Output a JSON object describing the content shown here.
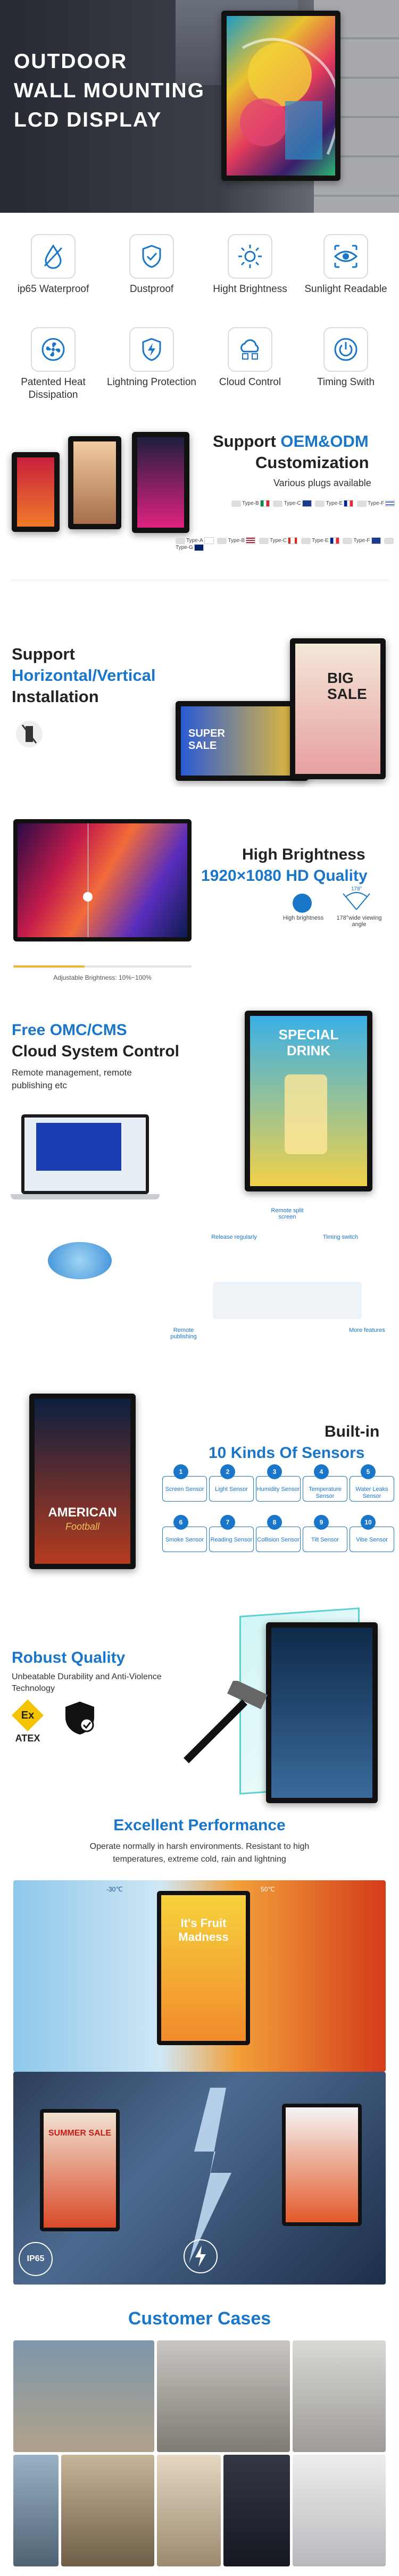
{
  "hero": {
    "title_lines": [
      "OUTDOOR",
      "WALL MOUNTING",
      "LCD DISPLAY"
    ]
  },
  "features": [
    {
      "label": "ip65 Waterproof",
      "icon": "water-drop-icon"
    },
    {
      "label": "Dustproof",
      "icon": "shield-check-icon"
    },
    {
      "label": "Hight Brightness",
      "icon": "sun-icon"
    },
    {
      "label": "Sunlight Readable",
      "icon": "eye-icon"
    },
    {
      "label": "Patented Heat Dissipation",
      "icon": "fan-icon"
    },
    {
      "label": "Lightning Protection",
      "icon": "lightning-icon"
    },
    {
      "label": "Cloud Control",
      "icon": "cloud-icon"
    },
    {
      "label": "Timing Swith",
      "icon": "power-icon"
    }
  ],
  "oem": {
    "title_prefix": "Support ",
    "title_accent": "OEM&ODM",
    "title_line2": "Customization",
    "subtitle": "Various plugs available",
    "plug_row1": [
      "Type-B",
      "Type-C",
      "Type-E",
      "Type-F"
    ],
    "plug_row2": [
      "Type-A",
      "Type-B",
      "Type-C",
      "Type-E",
      "Type-F",
      "Type-G"
    ]
  },
  "install": {
    "line1": "Support",
    "line2": "Horizontal/Vertical",
    "line3": "Installation",
    "screen_texts": [
      "SUPER SALE",
      "BIG SALE"
    ]
  },
  "brightness": {
    "title": "High Brightness",
    "subtitle": "1920×1080 HD Quality",
    "badge1": "High brightness",
    "badge2": "178°wide viewing angle",
    "angle": "178°",
    "slider_label": "Adjustable Brightness: 10%~100%"
  },
  "cms": {
    "title1": "Free OMC/CMS",
    "title2": "Cloud System Control",
    "desc": "Remote management, remote publishing etc",
    "screen_text": "SPECIAL DRINK",
    "nodes": [
      "Remote split screen",
      "Release regularly",
      "Timing switch",
      "Remote publishing",
      "More features"
    ]
  },
  "sensors": {
    "title1": "Built-in",
    "title2": "10 Kinds Of Sensors",
    "screen_text": "AMERICAN",
    "screen_text2": "Football",
    "items": [
      {
        "n": "1",
        "label": "Screen Sensor"
      },
      {
        "n": "2",
        "label": "Light Sensor"
      },
      {
        "n": "3",
        "label": "Humidity Sensor"
      },
      {
        "n": "4",
        "label": "Temperature Sensor"
      },
      {
        "n": "5",
        "label": "Water Leaks Sensor"
      },
      {
        "n": "6",
        "label": "Smoke Sensor"
      },
      {
        "n": "7",
        "label": "Reading Sensor"
      },
      {
        "n": "8",
        "label": "Collision Sensor"
      },
      {
        "n": "9",
        "label": "Tilt Sensor"
      },
      {
        "n": "10",
        "label": "Vibe Sensor"
      }
    ]
  },
  "robust": {
    "title": "Robust Quality",
    "desc": "Unbeatable Durability and Anti-Violence Technology",
    "atex_label": "ATEX",
    "ex_label": "Ex"
  },
  "performance": {
    "title": "Excellent Performance",
    "desc": "Operate normally in harsh environments. Resistant to high temperatures, extreme cold, rain and lightning",
    "temp_hot": "50℃",
    "temp_cold": "-30℃",
    "screen1_text": "It's Fruit Madness",
    "screen2_text": "SUMMER SALE",
    "badge": "IP65"
  },
  "cases": {
    "title": "Customer Cases"
  },
  "colors": {
    "accent": "#1a76c9",
    "dark": "#222222"
  }
}
